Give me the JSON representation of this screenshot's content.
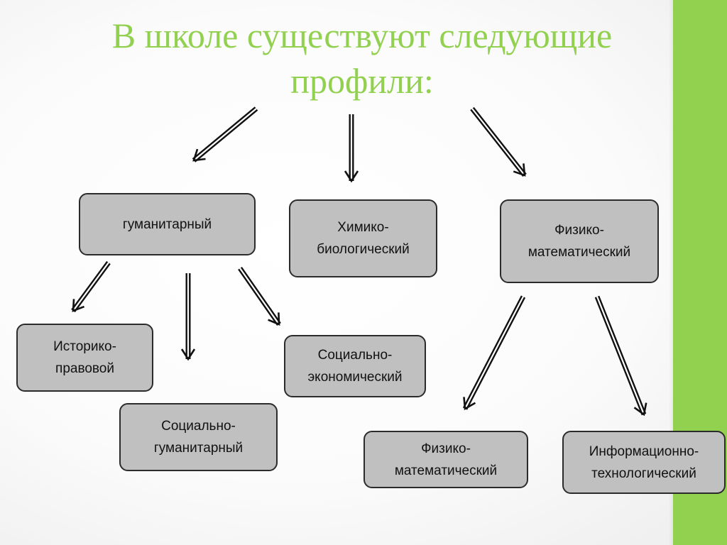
{
  "title": {
    "line1": "В школе существуют следующие",
    "line2": "профили:"
  },
  "nodes": {
    "humanitarian": {
      "label": "гуманитарный"
    },
    "chem_bio": {
      "line1": "Химико-",
      "line2": "биологический"
    },
    "phys_math_top": {
      "line1": "Физико-",
      "line2": "математический"
    },
    "hist_law": {
      "line1": "Историко-",
      "line2": "правовой"
    },
    "soc_econ": {
      "line1": "Социально-",
      "line2": "экономический"
    },
    "soc_hum": {
      "line1": "Социально-",
      "line2": "гуманитарный"
    },
    "phys_math_bottom": {
      "line1": "Физико-",
      "line2": "математический"
    },
    "info_tech": {
      "line1": "Информационно-",
      "line2": "технологический"
    }
  },
  "colors": {
    "accent_green": "#92d050",
    "node_fill": "#c0c0c0",
    "node_border": "#2b2b2b",
    "arrow": "#111111"
  }
}
